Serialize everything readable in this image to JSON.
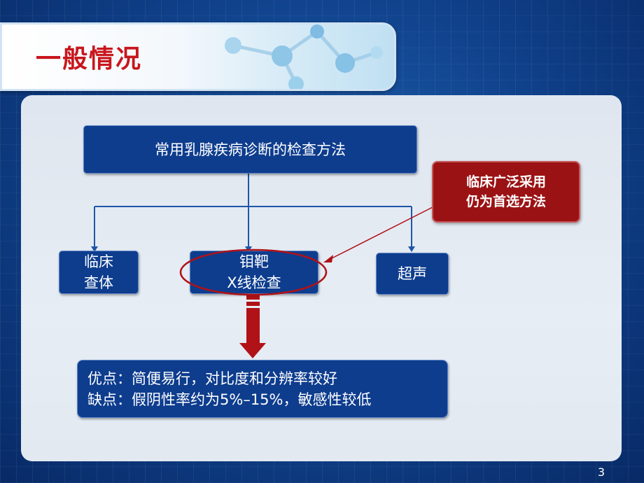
{
  "slide": {
    "title": "一般情况",
    "page_number": "3"
  },
  "flowchart": {
    "root": "常用乳腺疾病诊断的检查方法",
    "children": [
      {
        "lines": [
          "临床",
          "查体"
        ]
      },
      {
        "lines": [
          "钼靶",
          "X线检查"
        ]
      },
      {
        "lines": [
          "超声"
        ]
      }
    ],
    "callout": {
      "lines": [
        "临床广泛采用",
        "仍为首选方法"
      ]
    },
    "result": {
      "advantages": "优点：简便易行，对比度和分辨率较好",
      "disadvantages": "缺点：假阴性率约为5%–15%，敏感性较低"
    }
  },
  "colors": {
    "title_red": "#c8161d",
    "box_blue": "#0e3d8e",
    "callout_red": "#9b1214",
    "arrow_red": "#b01217",
    "connector_blue": "#1f56a8"
  }
}
